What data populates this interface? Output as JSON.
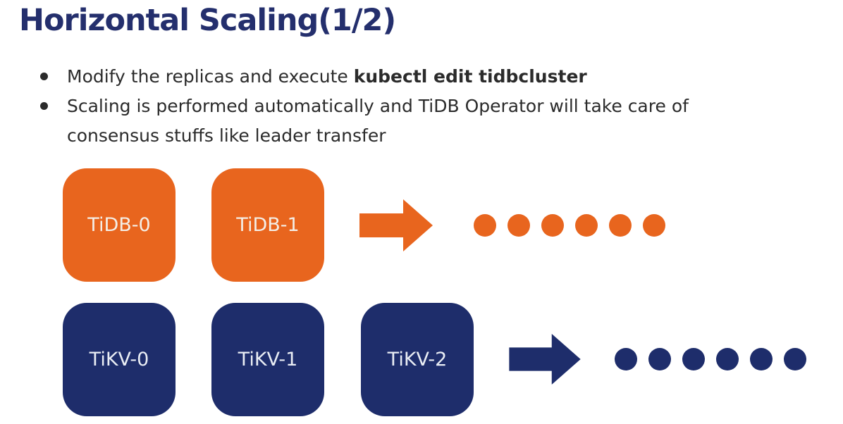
{
  "title": "Horizontal Scaling(1/2)",
  "bullets": [
    {
      "text": "Modify the replicas and execute ",
      "command": "kubectl edit tidbcluster"
    },
    {
      "text": "Scaling is performed automatically and TiDB Operator will take care of consensus stuffs like leader transfer",
      "command": ""
    }
  ],
  "colors": {
    "orange": "#E8651E",
    "navy": "#1E2D6B",
    "title": "#242F6D",
    "text": "#2B2B2B"
  },
  "diagram": {
    "tidb_row": {
      "boxes": [
        {
          "label": "TiDB-0"
        },
        {
          "label": "TiDB-1"
        }
      ],
      "arrow": "right-arrow",
      "dot_count": 6
    },
    "tikv_row": {
      "boxes": [
        {
          "label": "TiKV-0"
        },
        {
          "label": "TiKV-1"
        },
        {
          "label": "TiKV-2"
        }
      ],
      "arrow": "right-arrow",
      "dot_count": 6
    }
  }
}
